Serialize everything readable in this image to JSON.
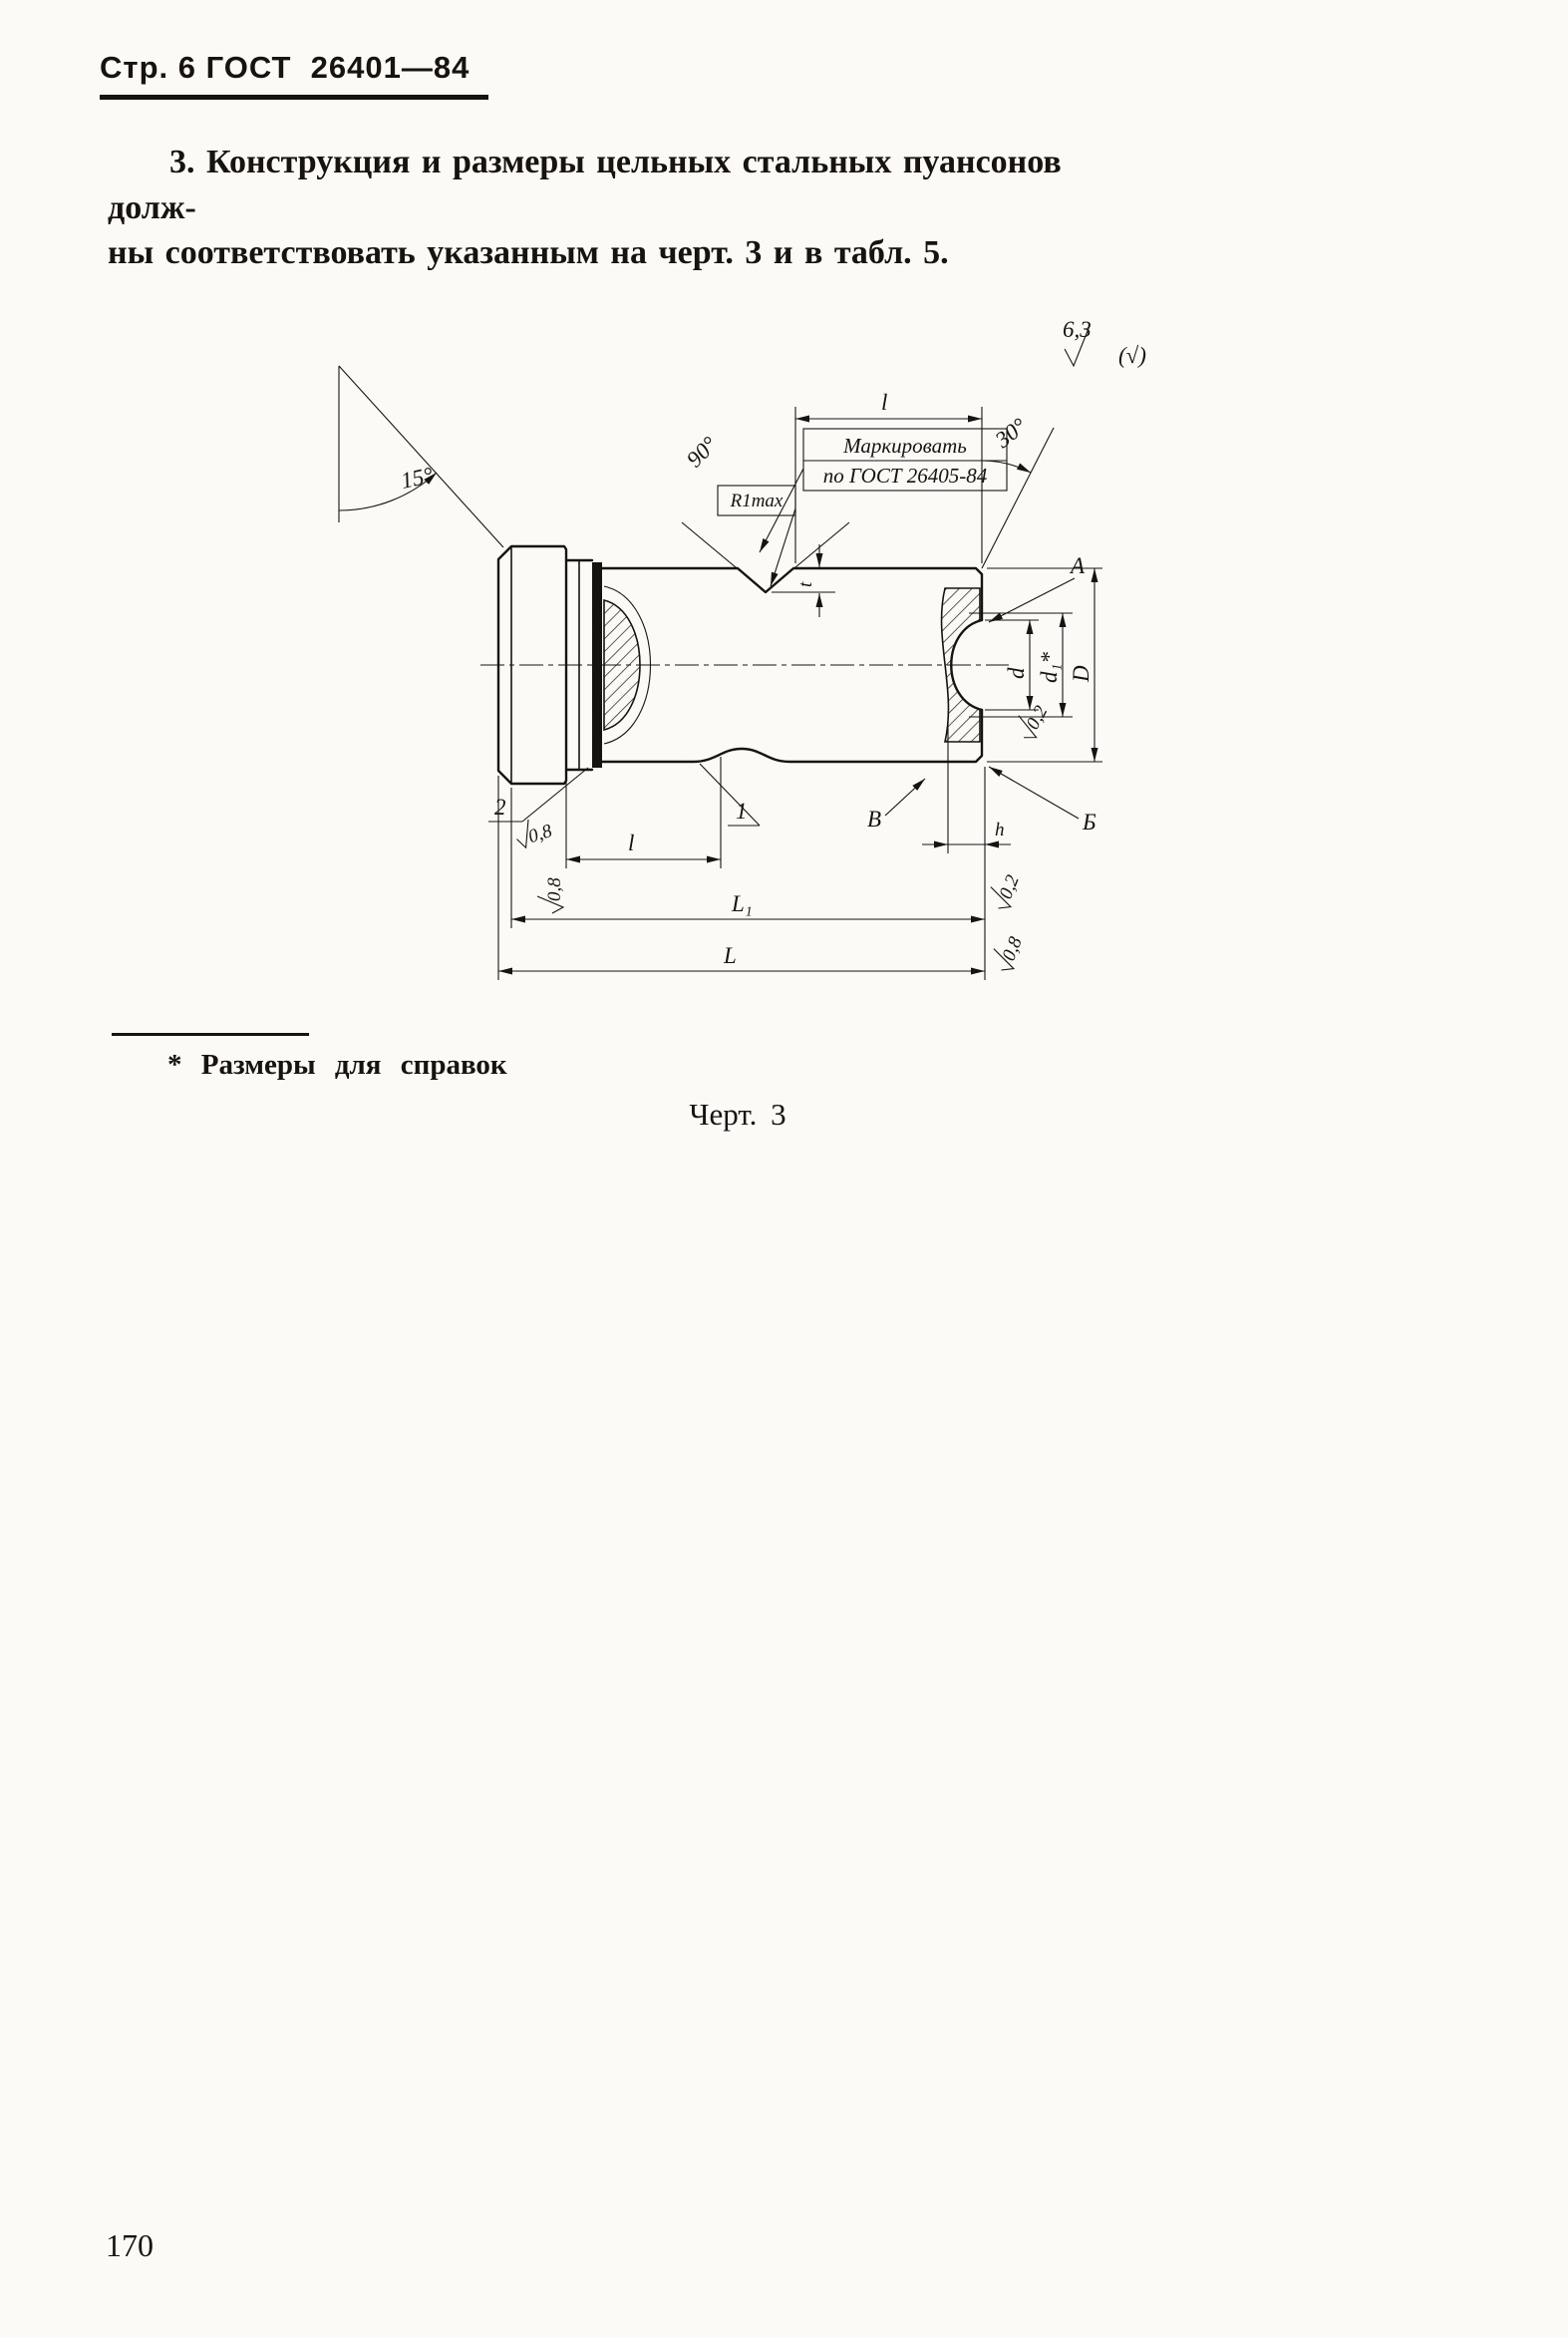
{
  "page": {
    "header": "Стр. 6 ГОСТ  26401—84",
    "paragraph": {
      "line1": "3. Конструкция и размеры цельных стальных пуансонов долж-",
      "line2": "ны соответствовать указанным на черт. 3 и в табл. 5."
    },
    "footnote": "* Размеры для справок",
    "figure_caption": "Черт. 3",
    "page_number": "170"
  },
  "drawing": {
    "surface_finish": {
      "value": "6,3",
      "rest": "(√)"
    },
    "marking": {
      "line1": "Маркировать",
      "line2": "по ГОСТ 26405-84"
    },
    "angles": {
      "a15": "15°",
      "a30": "30°",
      "a90": "90°"
    },
    "radius_note": "R1max",
    "dims": {
      "l_top": "l",
      "l_bottom": "l",
      "L1": "L₁",
      "L": "L",
      "D": "D",
      "d": "d",
      "d1": "d₁*",
      "t": "t",
      "h": "h"
    },
    "roughness": {
      "groove": "0,8",
      "left": "0,8",
      "end_upper": "0,2",
      "end_mid": "0,2",
      "end_lower": "0,8"
    },
    "callouts": {
      "pos1": "1",
      "pos2": "2",
      "a": "A",
      "b": "Б",
      "v": "В"
    }
  }
}
